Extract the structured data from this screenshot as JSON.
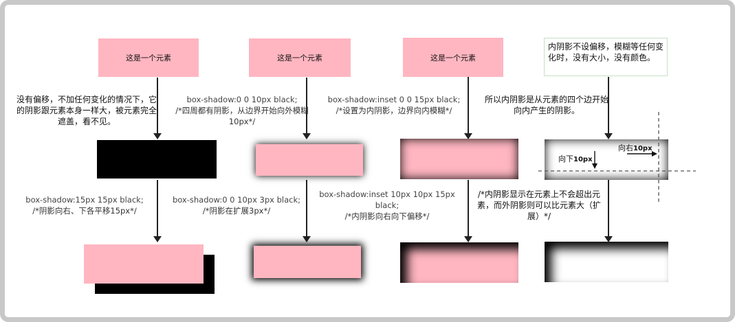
{
  "element_label": "这是一个元素",
  "columns": [
    {
      "note_top": "没有偏移，不加任何变化的情况下，它的阴影跟元素本身一样大，被元素完全遮盖，看不见。",
      "note_mid": "box-shadow:15px 15px black;",
      "note_mid_comment": "/*阴影向右、下各平移15px*/"
    },
    {
      "note_top": "box-shadow:0 0 10px black;",
      "note_top_comment": "/*四周都有阴影，从边界开始向外模糊10px*/",
      "note_mid": "box-shadow:0 0 10px 3px black;",
      "note_mid_comment": "/*阴影在扩展3px*/"
    },
    {
      "note_top": "box-shadow:inset 0 0 15px black;",
      "note_top_comment": "/*设置为内阴影，边界向内模糊*/",
      "note_mid": "box-shadow:inset 10px 10px 15px black;",
      "note_mid_comment": "/*内阴影向右向下偏移*/"
    },
    {
      "box_note": "内阴影不设偏移，模糊等任何变化时，没有大小，没有颜色。",
      "note_top": "所以内阴影是从元素的四个边开始向内产生的阴影。",
      "label_right": "向右",
      "label_right_value": "10px",
      "label_down": "向下",
      "label_down_value": "10px",
      "note_mid": "/*内阴影显示在元素上不会超出元素，而外阴影则可以比元素大（扩展）*/"
    }
  ],
  "colors": {
    "element": "#ffb6c1",
    "shadow": "#000000",
    "border": "#c8c8c8",
    "note_border": "#c5e0c5"
  }
}
